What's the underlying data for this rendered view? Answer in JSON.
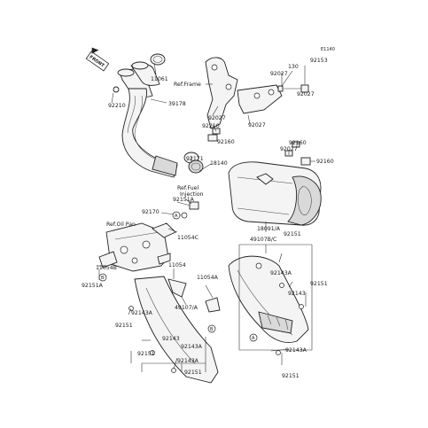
{
  "diagram": {
    "code": "E1140",
    "front_label": "FRONT",
    "references": {
      "frame": "Ref.Frame",
      "fuel_injection_1": "Ref.Fuel",
      "fuel_injection_2": "Injection",
      "oil_pan": "Ref.Oil Pan"
    },
    "callouts": [
      "A",
      "B"
    ],
    "part_numbers": {
      "p11061": "11061",
      "p39178": "39178",
      "p92210_a": "92210",
      "p92210_b": "92210",
      "p92153": "92153",
      "p130": "130",
      "p92027_a": "92027",
      "p92027_b": "92027",
      "p92027_c": "92027",
      "p92027_d": "92027",
      "p92027_e": "92027",
      "p92160_a": "92160",
      "p92160_b": "92160",
      "p92160_c": "92160",
      "p92171": "92171",
      "p18140": "18140",
      "p92170": "92170",
      "p92151A_a": "92151A",
      "p92151A_b": "92151A",
      "p11054C": "11054C",
      "p18091A": "18091/A",
      "p49107C": "49107B/C",
      "p11054B": "11054B",
      "p11054": "11054",
      "p11054A": "11054A",
      "p92151_a": "92151",
      "p92151_b": "92151",
      "p92151_c": "92151",
      "p92151_d": "92151",
      "p92151_e": "92151",
      "p92151_f": "92151",
      "p92143A_a": "92143A",
      "p92143A_b": "92143A",
      "p92143A_c": "92143A",
      "p92143A_d": "92143A",
      "p92143_a": "92143",
      "p92143_b": "92143",
      "p49107A": "49107/A"
    }
  }
}
